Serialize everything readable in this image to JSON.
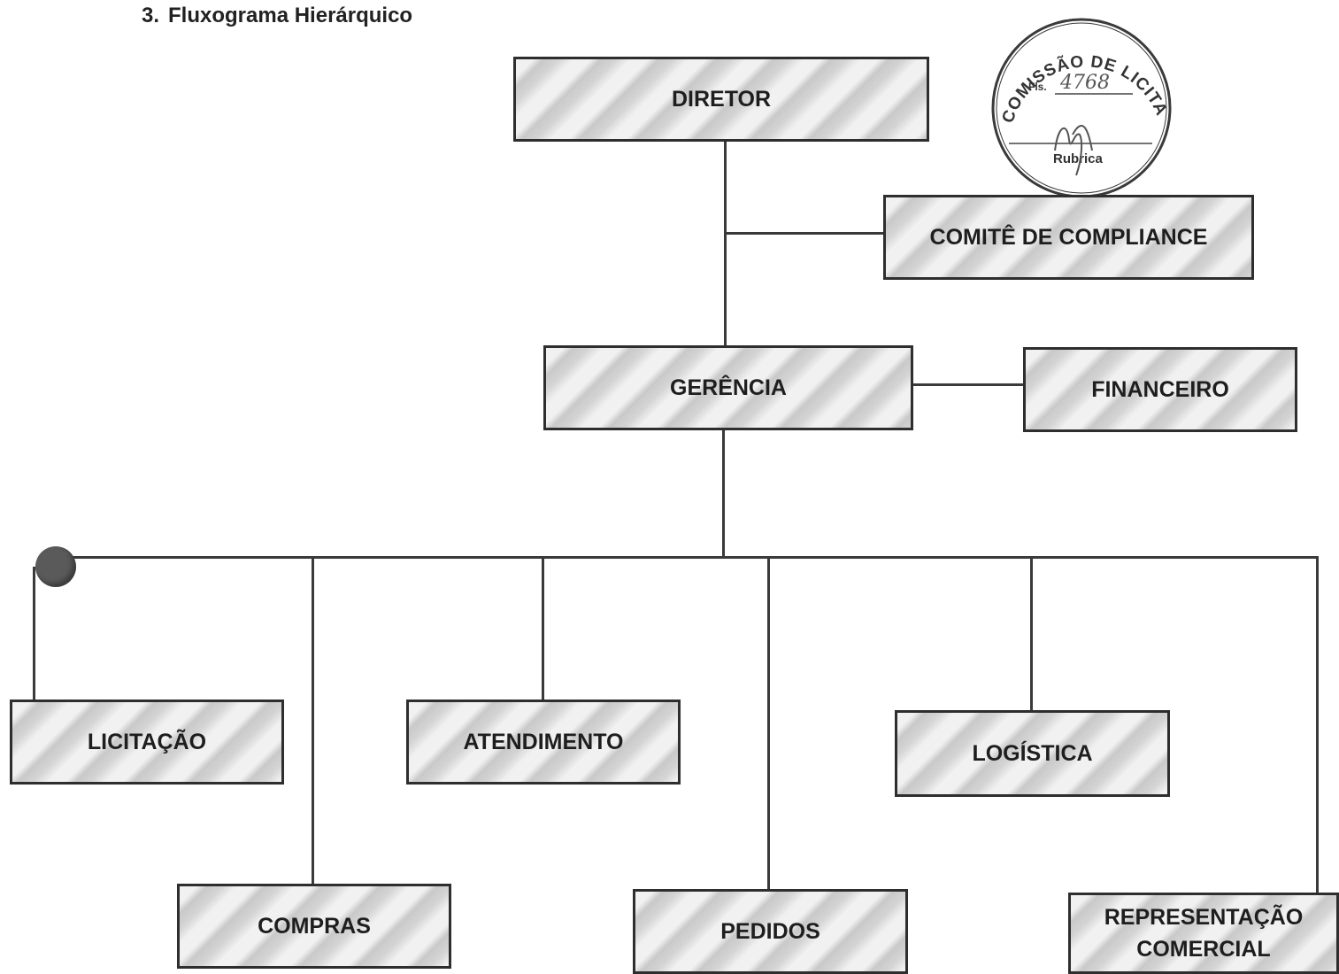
{
  "section": {
    "number": "3.",
    "title": "Fluxograma Hierárquico"
  },
  "stamp": {
    "arc_text": "COMISSÃO DE LICITAÇÃO",
    "fls_label": "Fls.",
    "page_number": "4768",
    "signature_label": "Rubrica"
  },
  "nodes": {
    "diretor": "DIRETOR",
    "comite": "COMITÊ DE COMPLIANCE",
    "gerencia": "GERÊNCIA",
    "financeiro": "FINANCEIRO",
    "licitacao": "LICITAÇÃO",
    "atendimento": "ATENDIMENTO",
    "logistica": "LOGÍSTICA",
    "compras": "COMPRAS",
    "pedidos": "PEDIDOS",
    "representacao_line1": "REPRESENTAÇÃO",
    "representacao_line2": "COMERCIAL"
  },
  "colors": {
    "box_border": "#2e2e2e",
    "box_fill": "#dcdcdc",
    "line": "#3a3a3a",
    "stamp_ink": "#3a3a3a"
  }
}
